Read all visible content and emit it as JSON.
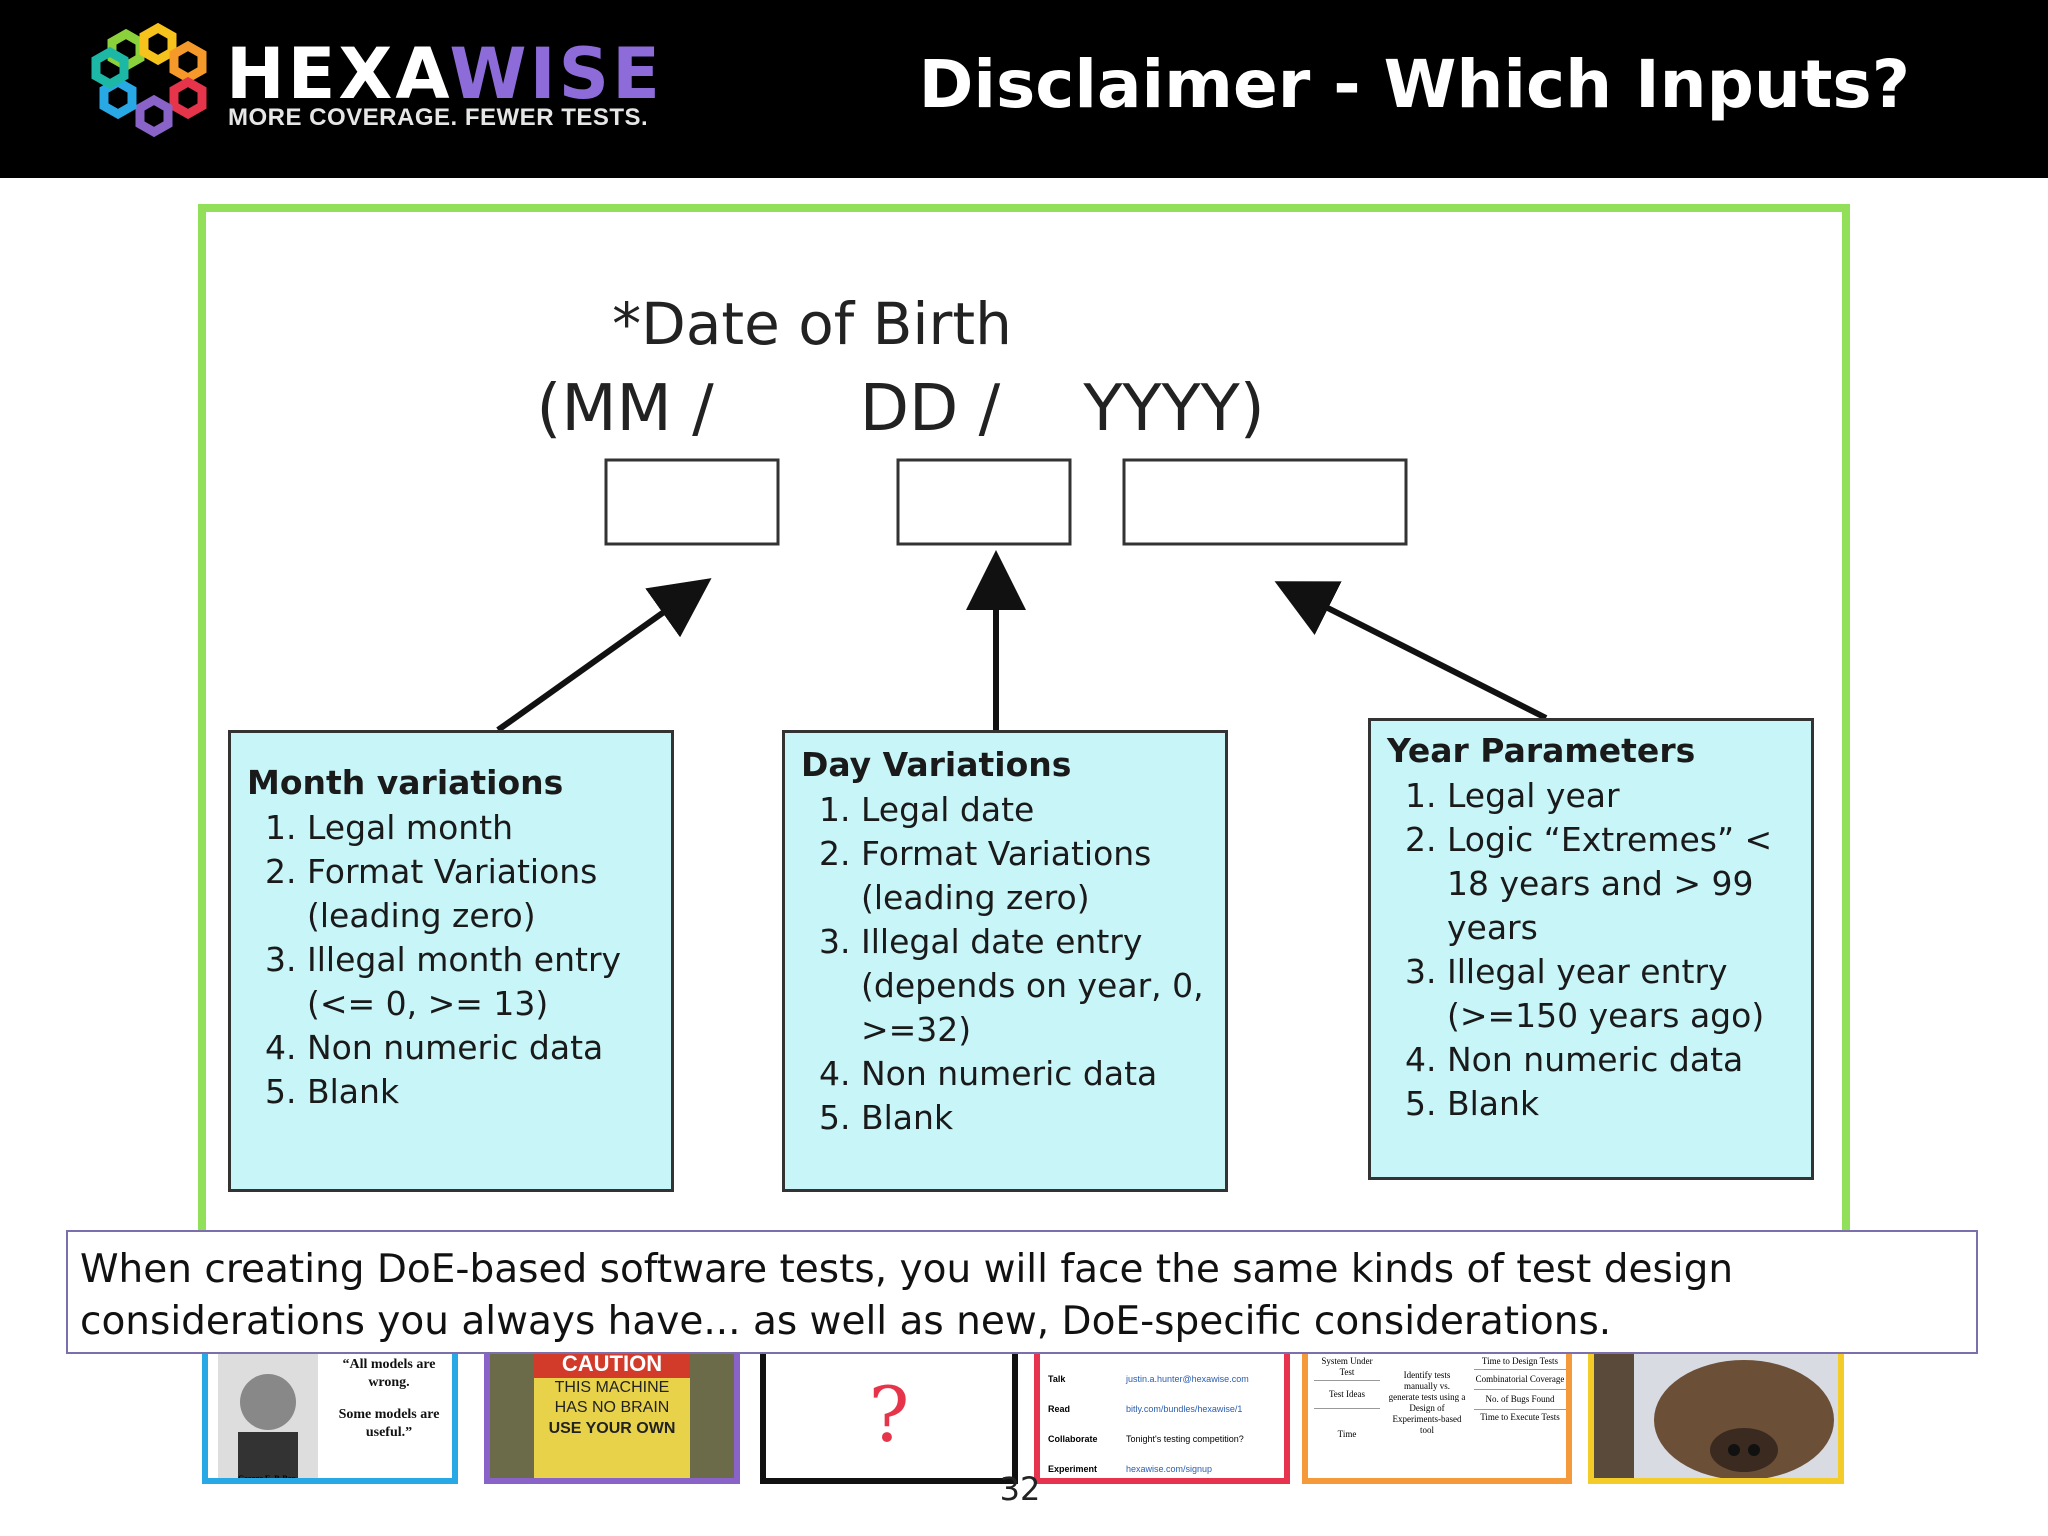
{
  "header": {
    "logo_name_a": "HEXA",
    "logo_name_b": "WISE",
    "logo_tagline": "MORE COVERAGE. FEWER TESTS.",
    "title": "Disclaimer - Which Inputs?"
  },
  "form": {
    "label": "*Date of Birth",
    "format_mm": "(MM  /",
    "format_dd": "DD  /",
    "format_yyyy": "YYYY)"
  },
  "cards": [
    {
      "title": "Month variations",
      "items": [
        "Legal month",
        "Format Variations (leading zero)",
        "Illegal month entry (<= 0, >= 13)",
        "Non numeric data",
        "Blank"
      ]
    },
    {
      "title": "Day Variations",
      "items": [
        "Legal date",
        "Format Variations (leading zero)",
        "Illegal date entry (depends on year, 0, >=32)",
        "Non numeric data",
        "Blank"
      ]
    },
    {
      "title": "Year Parameters",
      "items": [
        "Legal year",
        "Logic “Extremes” < 18 years and > 99 years",
        "Illegal year entry (>=150 years ago)",
        "Non numeric data",
        "Blank"
      ]
    }
  ],
  "caption": "When creating DoE-based software tests, you will face the same kinds of test design considerations you always have... as well as new, DoE-specific considerations.",
  "thumbnails": [
    {
      "quote_a": "“All models are wrong.",
      "quote_b": "Some models are useful.”",
      "author": "George E. P. Box",
      "color": "#29a8e6"
    },
    {
      "line1": "CAUTION",
      "line2": "THIS MACHINE",
      "line3": "HAS NO BRAIN",
      "line4": "USE YOUR OWN",
      "color": "#8a63c9"
    },
    {
      "symbol": "?",
      "color": "#111111"
    },
    {
      "rows": [
        {
          "label": "Talk",
          "value": "justin.a.hunter@hexawise.com"
        },
        {
          "label": "Read",
          "value": "bitly.com/bundles/hexawise/1"
        },
        {
          "label": "Collaborate",
          "value": "Tonight's testing competition?"
        },
        {
          "label": "Experiment",
          "value": "hexawise.com/signup"
        }
      ],
      "color": "#e8334f"
    },
    {
      "cells": [
        "System Under Test",
        "Test Ideas",
        "Time",
        "Identify tests manually vs. generate tests using a Design of Experiments-based tool",
        "Time to Design Tests",
        "Combinatorial Coverage",
        "No. of Bugs Found",
        "Time to Execute Tests"
      ],
      "color": "#f59a3a"
    },
    {
      "color": "#f4cc2a"
    }
  ],
  "slide_number": "32"
}
